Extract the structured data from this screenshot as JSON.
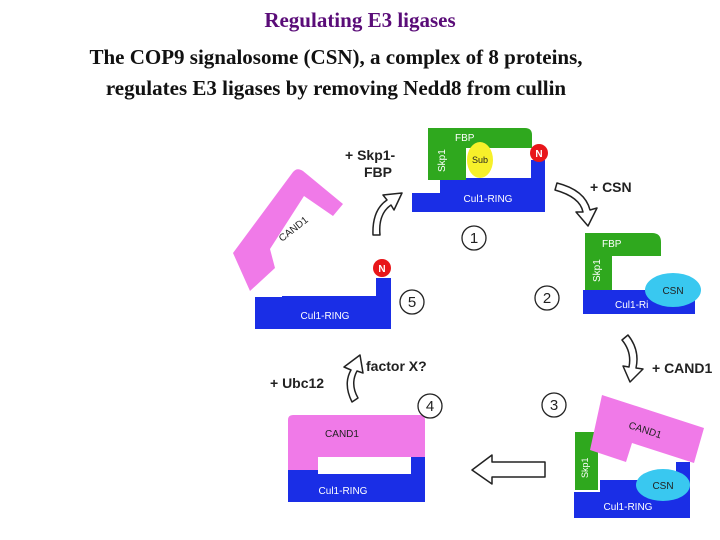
{
  "slide": {
    "title": "Regulating E3 ligases",
    "subtitle_line1": "The COP9 signalosome (CSN), a complex of 8 proteins,",
    "subtitle_line2": "regulates E3 ligases by removing Nedd8 from cullin"
  },
  "diagram": {
    "steps": {
      "s1": "1",
      "s2": "2",
      "s3": "3",
      "s4": "4",
      "s5": "5"
    },
    "labels": {
      "cul1_ring": "Cul1-RING",
      "cul1_ring_cut": "Cul1-Ri",
      "fbp": "FBP",
      "skp1": "Skp1",
      "sub": "Sub",
      "nedd8": "N",
      "csn": "CSN",
      "cand1": "CAND1"
    },
    "annotations": {
      "add_skp1_line1": "+ Skp1-",
      "add_skp1_line2": "FBP",
      "add_csn": "+ CSN",
      "add_cand1": "+ CAND1",
      "add_ubc12": "+ Ubc12",
      "factor_x": "factor X?"
    },
    "colors": {
      "title": "#5a0c78",
      "cullin": "#1a2ee6",
      "skp1_fbp": "#2fa81e",
      "cand1": "#f07ae8",
      "substrate": "#f7f02a",
      "nedd8": "#e8161a",
      "csn": "#39c8f0",
      "arrow": "#ffffff"
    }
  }
}
